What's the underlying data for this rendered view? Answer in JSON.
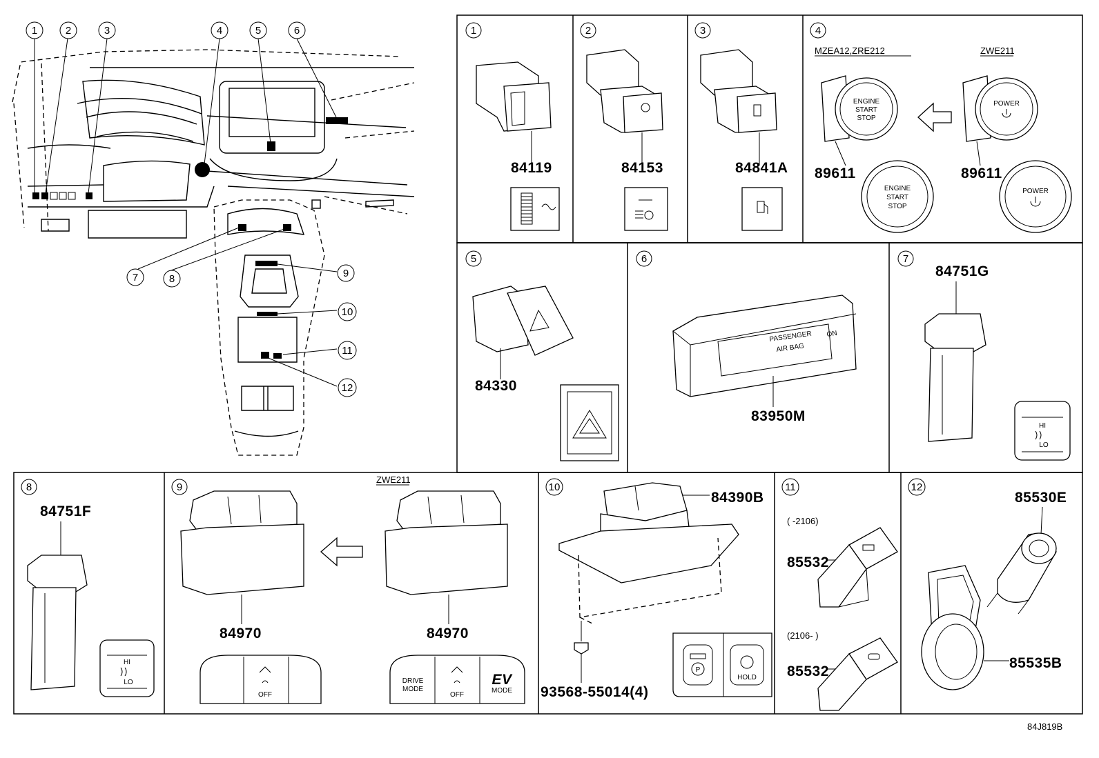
{
  "callouts": [
    "1",
    "2",
    "3",
    "4",
    "5",
    "6",
    "7",
    "8",
    "9",
    "10",
    "11",
    "12"
  ],
  "panels": {
    "p1": {
      "num": "1",
      "part": "84119"
    },
    "p2": {
      "num": "2",
      "part": "84153"
    },
    "p3": {
      "num": "3",
      "part": "84841A"
    },
    "p4": {
      "num": "4",
      "variant_left": "MZEA12,ZRE212",
      "variant_right": "ZWE211",
      "part_left": "89611",
      "part_right": "89611",
      "btn_left": [
        "ENGINE",
        "START",
        "STOP"
      ],
      "btn_right": "POWER"
    },
    "p5": {
      "num": "5",
      "part": "84330"
    },
    "p6": {
      "num": "6",
      "part": "83950M",
      "label_lines": [
        "PASSENGER",
        "AIR BAG"
      ],
      "label_on": "ON"
    },
    "p7": {
      "num": "7",
      "part": "84751G",
      "hi": "HI",
      "lo": "LO"
    },
    "p8": {
      "num": "8",
      "part": "84751F",
      "hi": "HI",
      "lo": "LO"
    },
    "p9": {
      "num": "9",
      "variant": "ZWE211",
      "part_left": "84970",
      "part_right": "84970",
      "off": "OFF",
      "drive_mode": [
        "DRIVE",
        "MODE"
      ],
      "ev": "EV",
      "ev_mode": "MODE"
    },
    "p10": {
      "num": "10",
      "part": "84390B",
      "bolt": "93568-55014(4)",
      "hold": "HOLD",
      "p": "P"
    },
    "p11": {
      "num": "11",
      "range_top": "( -2106)",
      "range_bottom": "(2106- )",
      "part_top": "85532",
      "part_bottom": "85532"
    },
    "p12": {
      "num": "12",
      "part_top": "85530E",
      "part_bottom": "85535B"
    }
  },
  "diagram_code": "84J819B"
}
